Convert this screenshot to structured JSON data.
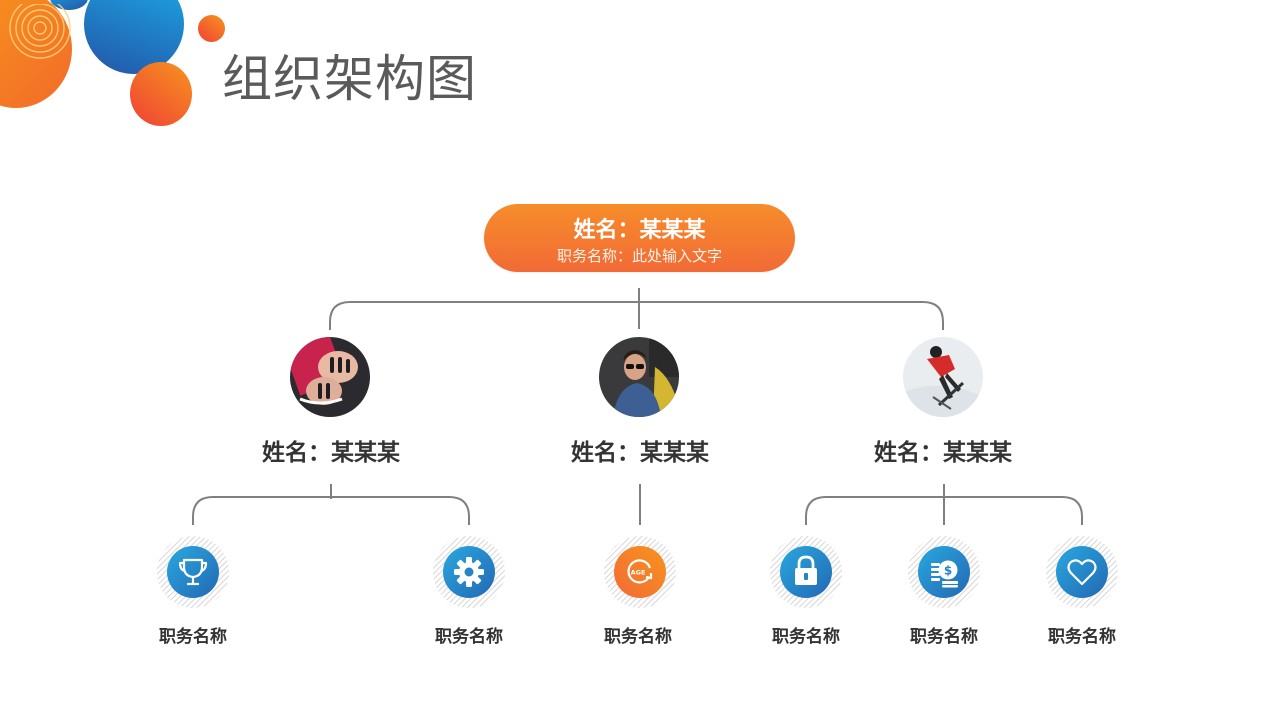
{
  "title": "组织架构图",
  "top": {
    "name": "姓名：某某某",
    "role": "职务名称：此处输入文字"
  },
  "managers": [
    {
      "name": "姓名：某某某",
      "avatar": "photo-hands"
    },
    {
      "name": "姓名：某某某",
      "avatar": "photo-man-glasses"
    },
    {
      "name": "姓名：某某某",
      "avatar": "photo-skier"
    }
  ],
  "roles": [
    {
      "label": "职务名称",
      "icon": "trophy-icon",
      "color": "blue"
    },
    {
      "label": "职务名称",
      "icon": "gear-icon",
      "color": "blue"
    },
    {
      "label": "职务名称",
      "icon": "age-icon",
      "color": "orange"
    },
    {
      "label": "职务名称",
      "icon": "lock-icon",
      "color": "blue"
    },
    {
      "label": "职务名称",
      "icon": "money-icon",
      "color": "blue"
    },
    {
      "label": "职务名称",
      "icon": "heart-icon",
      "color": "blue"
    }
  ],
  "colors": {
    "orange_start": "#f7941d",
    "orange_end": "#f26a36",
    "blue_start": "#29a8e0",
    "blue_end": "#2368b3",
    "connector": "#808080",
    "title_text": "#5a5a5a"
  }
}
